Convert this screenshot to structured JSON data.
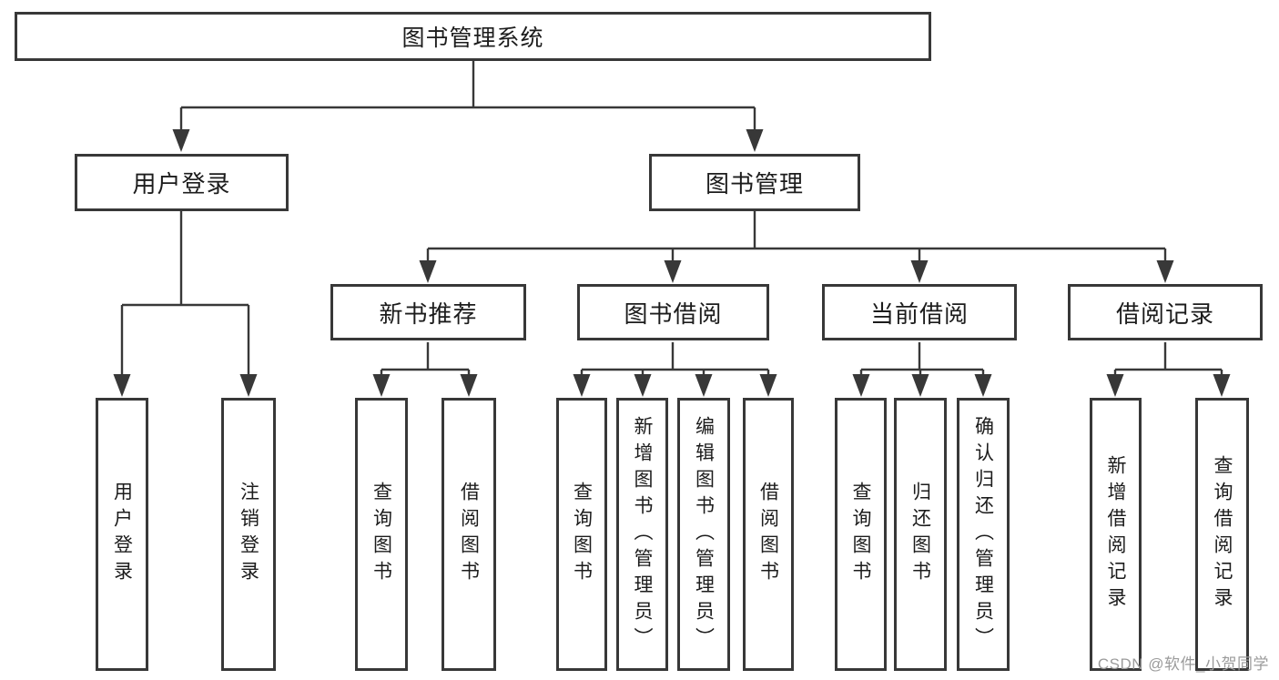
{
  "diagram": {
    "root": "图书管理系统",
    "level2": [
      "用户登录",
      "图书管理"
    ],
    "level3": [
      "新书推荐",
      "图书借阅",
      "当前借阅",
      "借阅记录"
    ],
    "leaves_user_login": [
      "用户登录",
      "注销登录"
    ],
    "leaves_new_book": [
      "查询图书",
      "借阅图书"
    ],
    "leaves_book_borrow": [
      "查询图书",
      "新增图书（管理员）",
      "编辑图书（管理员）",
      "借阅图书"
    ],
    "leaves_current_borrow": [
      "查询图书",
      "归还图书",
      "确认归还（管理员）"
    ],
    "leaves_borrow_records": [
      "新增借阅记录",
      "查询借阅记录"
    ]
  },
  "watermark": "CSDN @软件_小贺同学",
  "colors": {
    "line": "#383838",
    "box_border": "#383838",
    "text": "#1c1c1c",
    "watermark": "#9b9b9b",
    "background": "#ffffff"
  }
}
